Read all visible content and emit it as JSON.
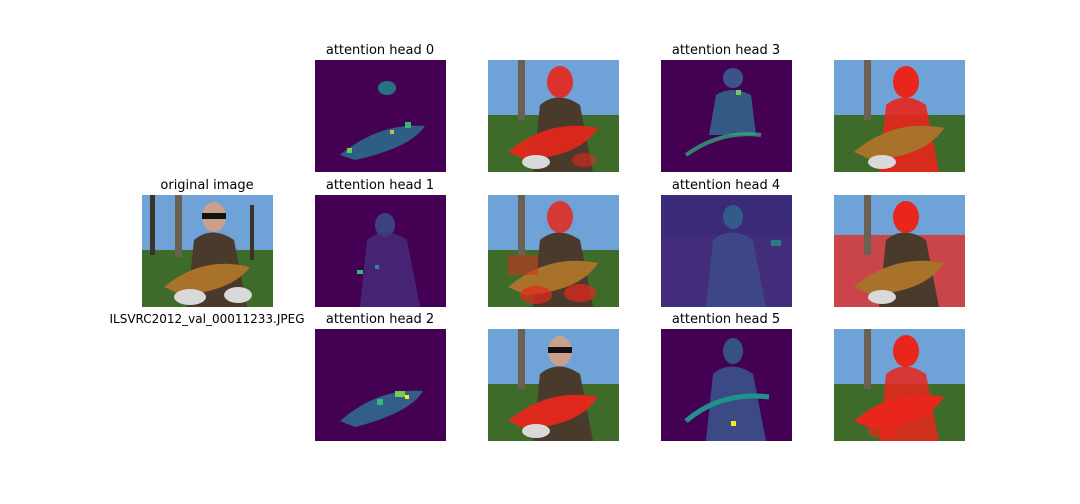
{
  "original": {
    "title": "original image",
    "filename": "ILSVRC2012_val_00011233.JPEG"
  },
  "heads": [
    {
      "title": "attention head 0"
    },
    {
      "title": "attention head 1"
    },
    {
      "title": "attention head 2"
    },
    {
      "title": "attention head 3"
    },
    {
      "title": "attention head 4"
    },
    {
      "title": "attention head 5"
    }
  ],
  "colors": {
    "heatmap_background": "#440154",
    "heatmap_low": "#3b2a7a",
    "heatmap_mid": "#21918c",
    "heatmap_high": "#fde725",
    "overlay_red": "#e8261b",
    "sky": "#6fa3d8",
    "grass": "#3f6b2a",
    "jacket": "#4a3a2c",
    "fish": "#a8722a"
  }
}
